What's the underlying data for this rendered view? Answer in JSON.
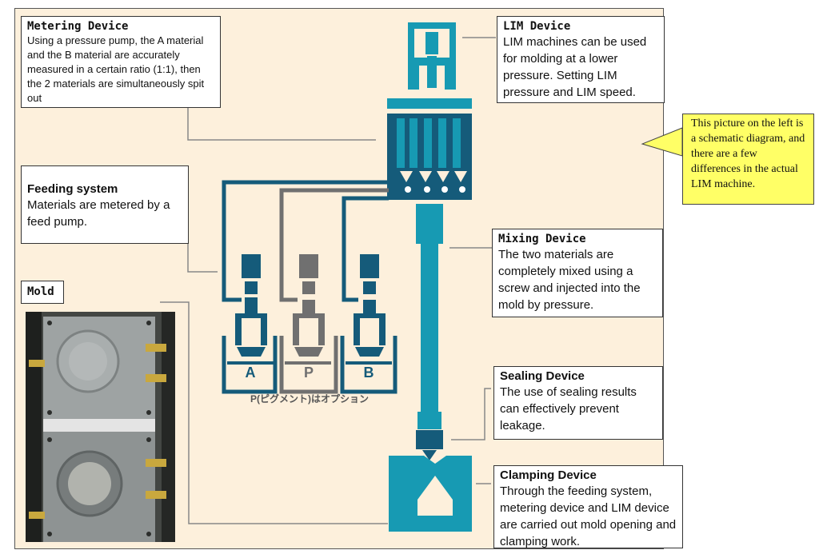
{
  "metering": {
    "title": "Metering Device",
    "body": "Using a pressure pump, the A material and the B material are accurately measured in a certain ratio (1:1), then the 2 materials are simultaneously spit out"
  },
  "lim": {
    "title": "LIM Device",
    "body": "LIM machines can be used for molding at a lower pressure. Setting LIM pressure and LIM speed."
  },
  "note": {
    "body": "This picture on the left is a schematic diagram, and there are a few differences in the actual LIM machine."
  },
  "feeding": {
    "title": "Feeding system",
    "body": "Materials are metered by a feed pump."
  },
  "mixing": {
    "title": "Mixing Device",
    "body": "The two materials are completely mixed using a screw and injected into the mold by pressure."
  },
  "mold": {
    "title": "Mold"
  },
  "sealing": {
    "title": "Sealing Device",
    "body": "The use of sealing results can effectively prevent leakage."
  },
  "clamping": {
    "title": "Clamping Device",
    "body": "Through the feeding system, metering device and LIM device are carried out mold opening and clamping work."
  },
  "tanks": {
    "a": "A",
    "p": "P",
    "b": "B",
    "pigment_note": "P(ピグメント)はオプション"
  },
  "colors": {
    "teal": "#179ab3",
    "dark_teal": "#155b7a",
    "gray": "#707070",
    "background": "#fdf0dc",
    "note_yellow": "#ffff66"
  }
}
